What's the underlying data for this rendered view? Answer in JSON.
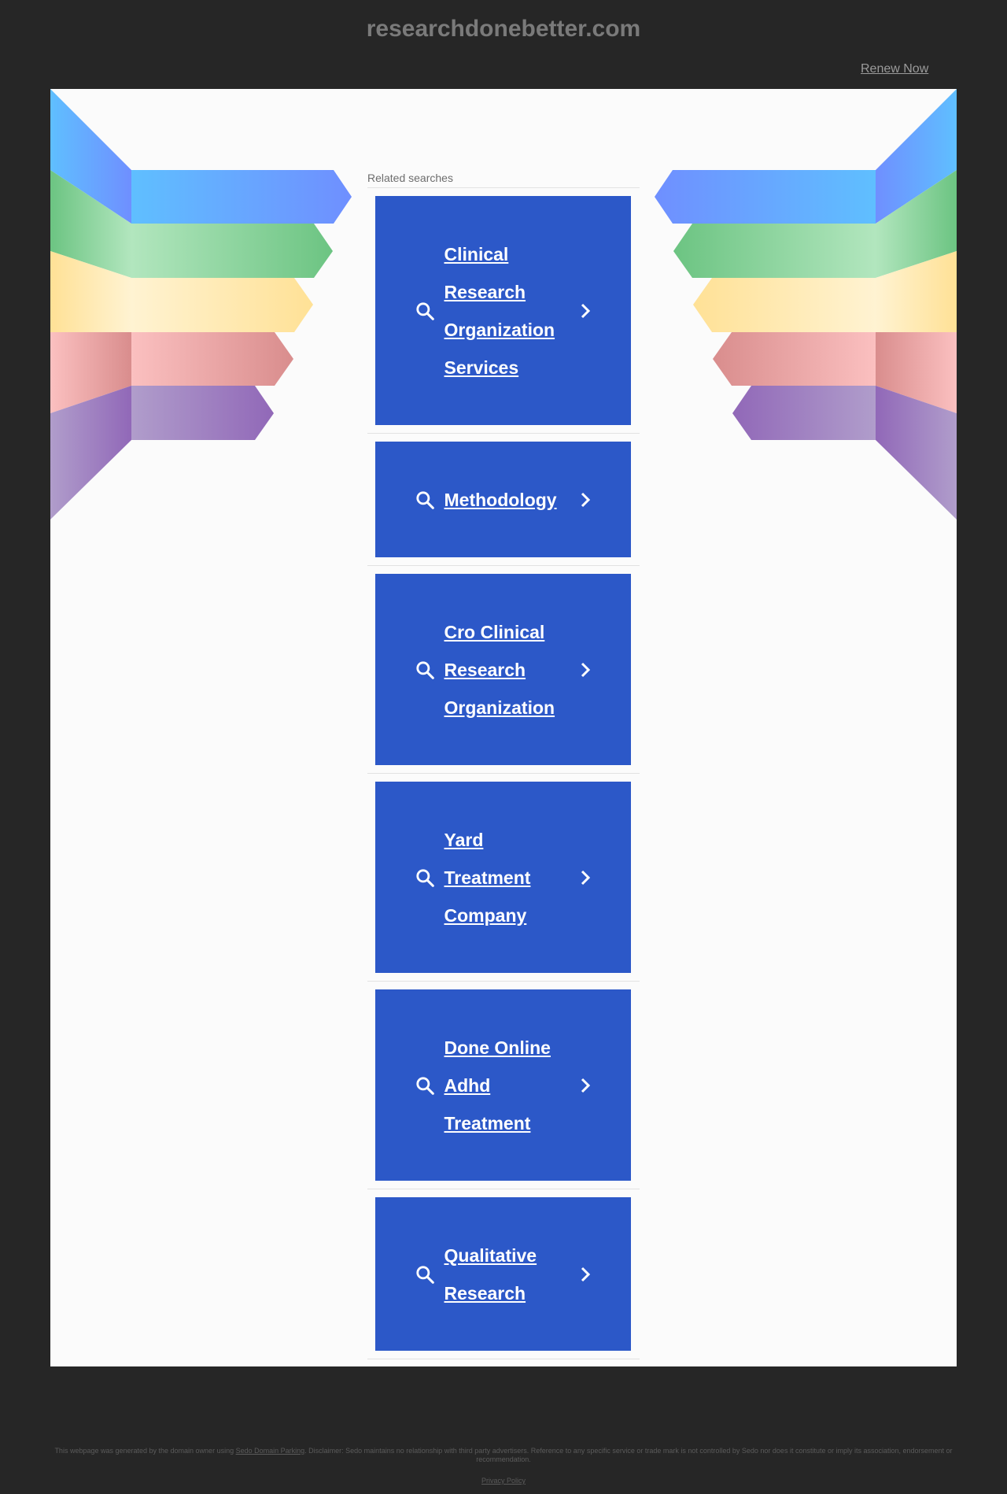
{
  "header": {
    "domain": "researchdonebetter.com",
    "renew_label": "Renew Now"
  },
  "related": {
    "heading": "Related searches",
    "items": [
      {
        "label": "Clinical Research Organization Services"
      },
      {
        "label": "Methodology"
      },
      {
        "label": "Cro Clinical Research Organization"
      },
      {
        "label": "Yard Treatment Company"
      },
      {
        "label": "Done Online Adhd Treatment"
      },
      {
        "label": "Qualitative Research"
      }
    ]
  },
  "footer": {
    "text_before": "This webpage was generated by the domain owner using ",
    "sedo_link": "Sedo Domain Parking",
    "text_after": ". Disclaimer: Sedo maintains no relationship with third party advertisers. Reference to any specific service or trade mark is not controlled by Sedo nor does it constitute or imply its association, endorsement or recommendation.",
    "privacy": "Privacy Policy"
  },
  "colors": {
    "background": "#262626",
    "panel": "#fbfbfb",
    "card": "#2c58c8",
    "ribbon_blue": "#64b4ff",
    "ribbon_green": "#6ec883",
    "ribbon_yellow": "#ffe6a0",
    "ribbon_red": "#e39b9b",
    "ribbon_purple": "#9a77bf"
  },
  "icons": {
    "search": "search-icon",
    "chevron": "chevron-right-icon"
  }
}
